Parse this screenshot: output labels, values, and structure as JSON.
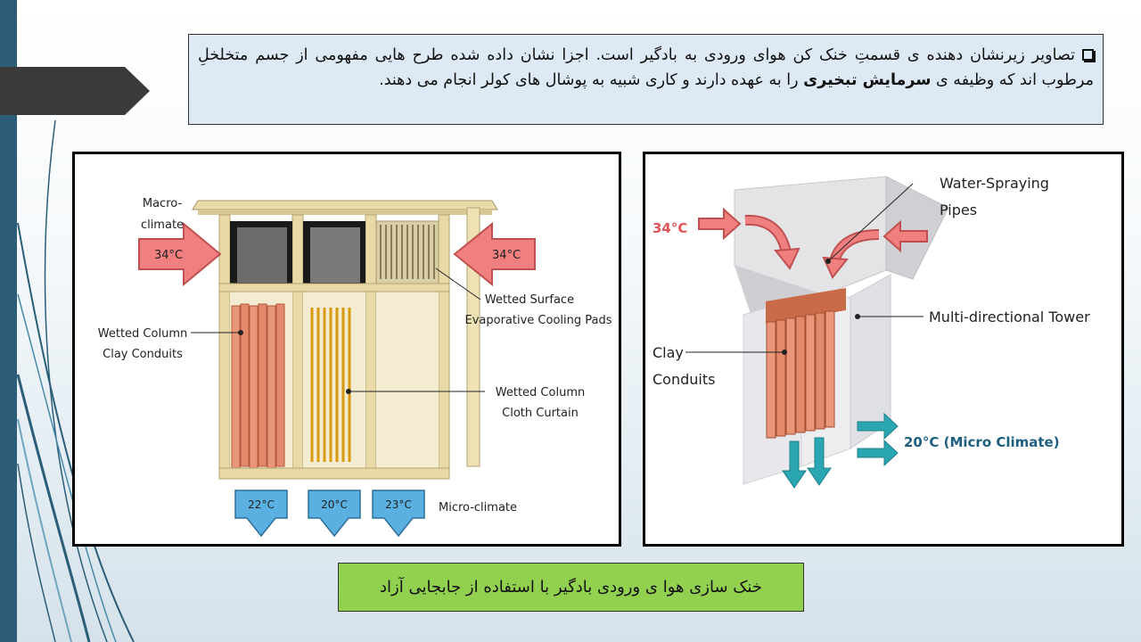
{
  "intro": {
    "text_part1": "تصاویر زیرنشان دهنده ی قسمتِ خنک کن هوای ورودی به بادگیر است. اجزا نشان داده شده طرح هایی مفهومی از جسم متخلخلِ مرطوب اند که وظیفه ی ",
    "text_bold": "سرمایش تبخیری",
    "text_part2": " را به عهده دارند و کاری شبیه به پوشال های کولر انجام می دهند."
  },
  "figure_left": {
    "macro_label_1": "Macro-",
    "macro_label_2": "climate",
    "temp_in_left": "34°C",
    "temp_in_right": "34°C",
    "pads_label_1": "Wetted Surface",
    "pads_label_2": "Evaporative Cooling Pads",
    "clay_label_1": "Wetted Column",
    "clay_label_2": "Clay Conduits",
    "cloth_label_1": "Wetted Column",
    "cloth_label_2": "Cloth Curtain",
    "out_temps": [
      "22°C",
      "20°C",
      "23°C"
    ],
    "micro_label": "Micro-climate"
  },
  "figure_right": {
    "temp_in": "34°C",
    "pipes_label_1": "Water-Spraying",
    "pipes_label_2": "Pipes",
    "tower_label": "Multi-directional Tower",
    "clay_label_1": "Clay",
    "clay_label_2": "Conduits",
    "out_label": "20°C (Micro Climate)"
  },
  "caption": "خنک سازی هوا ی ورودی بادگیر با استفاده از جابجایی آزاد",
  "colors": {
    "left_bar": "#2c5d78",
    "tab": "#3a3a3a",
    "text_box_bg": "#dde9f5",
    "caption_bg": "#92d050",
    "hot_arrow": "#f08080",
    "cool_arrow": "#2aa7b3",
    "clay": "#e9967a"
  }
}
